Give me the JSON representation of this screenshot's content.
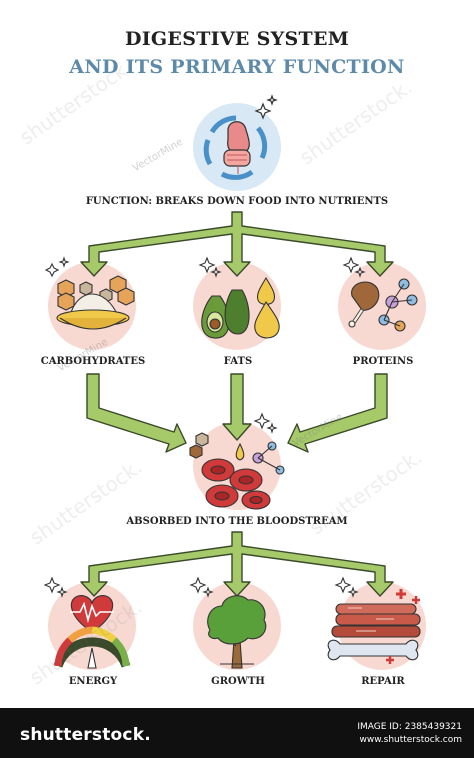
{
  "title": {
    "line1": "DIGESTIVE SYSTEM",
    "line2": "AND ITS PRIMARY FUNCTION"
  },
  "function_label": "FUNCTION: BREAKS DOWN FOOD INTO NUTRIENTS",
  "nutrients": [
    {
      "label": "CARBOHYDRATES",
      "icon": "rice-bowl-icon"
    },
    {
      "label": "FATS",
      "icon": "avocado-oil-icon"
    },
    {
      "label": "PROTEINS",
      "icon": "meat-molecule-icon"
    }
  ],
  "absorbed_label": "ABSORBED INTO THE BLOODSTREAM",
  "outcomes": [
    {
      "label": "ENERGY",
      "icon": "heart-gauge-icon"
    },
    {
      "label": "GROWTH",
      "icon": "tree-icon"
    },
    {
      "label": "REPAIR",
      "icon": "muscle-bone-icon"
    }
  ],
  "watermarks": {
    "artist": "VectorMine"
  },
  "footer": {
    "brand": "shutterstock.",
    "image_id": "IMAGE ID: 2385439321",
    "site": "www.shutterstock.com"
  },
  "colors": {
    "arrow_fill": "#a6c96a",
    "arrow_stroke": "#3a4a2a",
    "circle_fill": "#f7d9d2",
    "title_accent": "#5d8aa8",
    "stomach_circle": "#d8e8f4"
  }
}
